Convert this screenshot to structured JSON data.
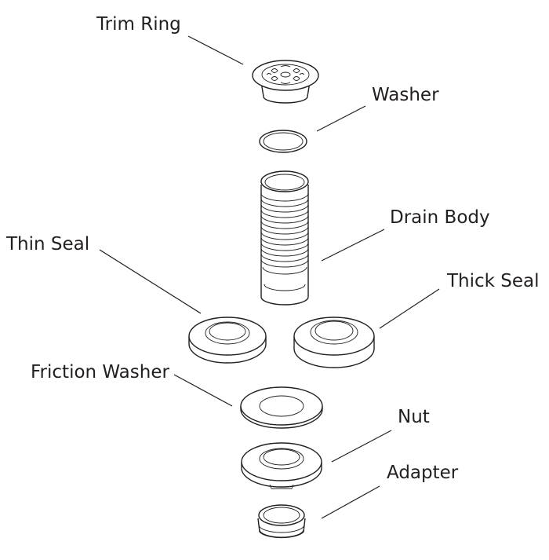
{
  "labels": {
    "trim_ring": "Trim Ring",
    "washer": "Washer",
    "drain_body": "Drain Body",
    "thin_seal": "Thin Seal",
    "thick_seal": "Thick Seal",
    "friction_washer": "Friction Washer",
    "nut": "Nut",
    "adapter": "Adapter"
  }
}
